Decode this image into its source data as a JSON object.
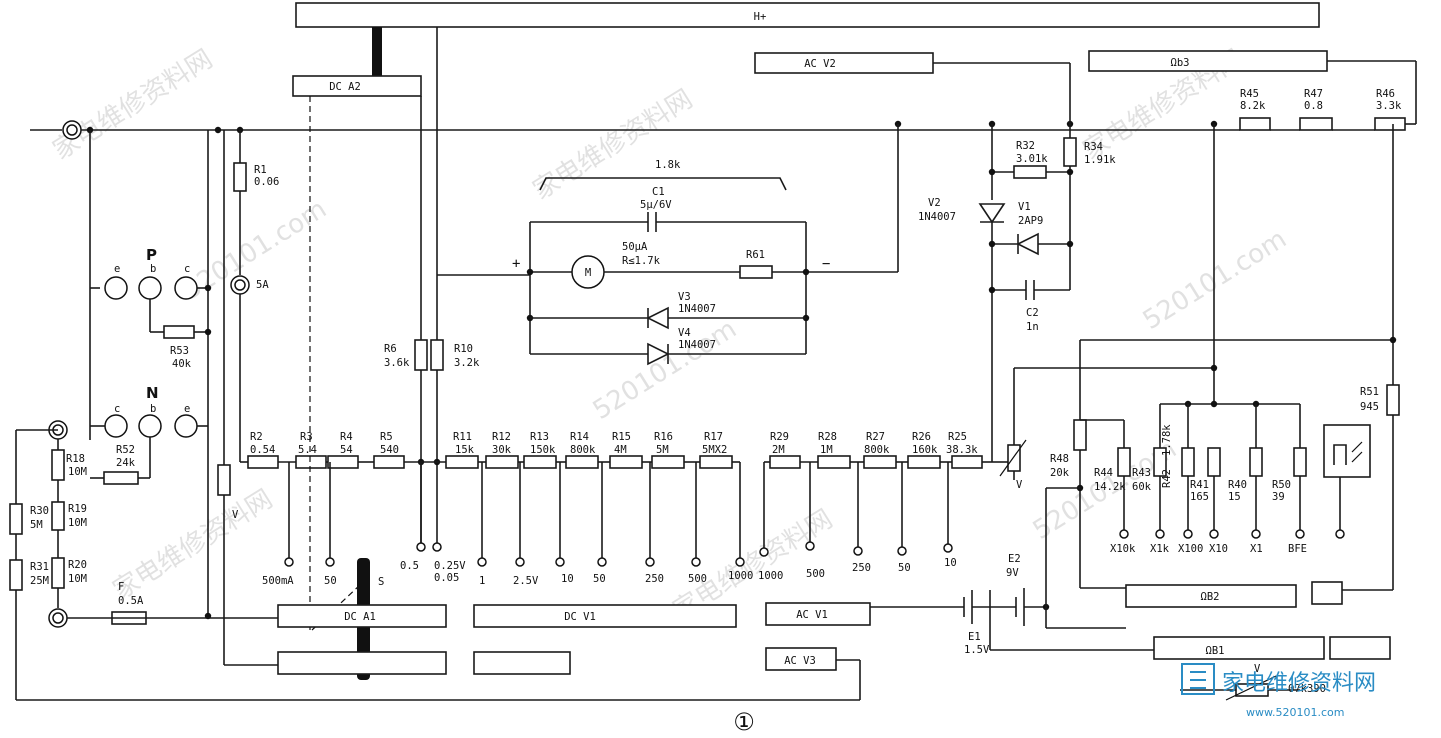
{
  "bus_labels": {
    "h_plus": "H+",
    "dc_a2": "DC A2",
    "ac_v2": "AC V2",
    "ohm_b3": "Ωb3",
    "dc_a1": "DC A1",
    "dc_v1": "DC V1",
    "ac_v1": "AC V1",
    "ohm_b2": "ΩB2",
    "ohm_b1": "ΩB1",
    "ac_v3": "AC V3"
  },
  "resistors": {
    "r1": {
      "name": "R1",
      "value": "0.06"
    },
    "r2": {
      "name": "R2",
      "value": "0.54"
    },
    "r3": {
      "name": "R3",
      "value": "5.4"
    },
    "r4": {
      "name": "R4",
      "value": "54"
    },
    "r5": {
      "name": "R5",
      "value": "540"
    },
    "r6": {
      "name": "R6",
      "value": "3.6k"
    },
    "r10": {
      "name": "R10",
      "value": "3.2k"
    },
    "r11": {
      "name": "R11",
      "value": "15k"
    },
    "r12": {
      "name": "R12",
      "value": "30k"
    },
    "r13": {
      "name": "R13",
      "value": "150k"
    },
    "r14": {
      "name": "R14",
      "value": "800k"
    },
    "r15": {
      "name": "R15",
      "value": "4M"
    },
    "r16": {
      "name": "R16",
      "value": "5M"
    },
    "r17": {
      "name": "R17",
      "value": "5MX2"
    },
    "r29": {
      "name": "R29",
      "value": "2M"
    },
    "r28": {
      "name": "R28",
      "value": "1M"
    },
    "r27": {
      "name": "R27",
      "value": "800k"
    },
    "r26": {
      "name": "R26",
      "value": "160k"
    },
    "r25": {
      "name": "R25",
      "value": "38.3k"
    },
    "r18": {
      "name": "R18",
      "value": "10M"
    },
    "r19": {
      "name": "R19",
      "value": "10M"
    },
    "r20": {
      "name": "R20",
      "value": "10M"
    },
    "r30": {
      "name": "R30",
      "value": "5M"
    },
    "r31": {
      "name": "R31",
      "value": "25M"
    },
    "r52": {
      "name": "R52",
      "value": "24k"
    },
    "r53": {
      "name": "R53",
      "value": "40k"
    },
    "r32": {
      "name": "R32",
      "value": "3.01k"
    },
    "r34": {
      "name": "R34",
      "value": "1.91k"
    },
    "r45": {
      "name": "R45",
      "value": "8.2k"
    },
    "r47": {
      "name": "R47",
      "value": "0.8"
    },
    "r46": {
      "name": "R46",
      "value": "3.3k"
    },
    "r51": {
      "name": "R51",
      "value": "945"
    },
    "r48": {
      "name": "R48",
      "value": "20k"
    },
    "r44": {
      "name": "R44",
      "value": "14.2k"
    },
    "r43": {
      "name": "R43",
      "value": "60k"
    },
    "r42": {
      "name": "R42",
      "value": "1.78k"
    },
    "r41": {
      "name": "R41",
      "value": "165"
    },
    "r40": {
      "name": "R40",
      "value": "15"
    },
    "r50": {
      "name": "R50",
      "value": "39"
    },
    "r61": {
      "name": "R61",
      "value": ""
    }
  },
  "components": {
    "c1_name": "C1",
    "c1_value": "5μ/6V",
    "c2_name": "C2",
    "c2_value": "1n",
    "meter_symbol": "M",
    "meter_spec1": "50μA",
    "meter_spec2": "R≤1.7k",
    "meter_range": "1.8k",
    "v1_name": "V1",
    "v1_value": "2AP9",
    "v2_name": "V2",
    "v2_value": "1N4007",
    "v3_name": "V3",
    "v3_value": "1N4007",
    "v4_name": "V4",
    "v4_value": "1N4007",
    "fuse_name": "F",
    "fuse_value": "0.5A",
    "e1_name": "E1",
    "e1_value": "1.5V",
    "e2_name": "E2",
    "e2_value": "9V",
    "varistor_label": "V",
    "varistor_part": "07k390",
    "plus_sign": "+",
    "minus_sign": "−",
    "jack_5a": "5A",
    "pnp_label": "P",
    "npn_label": "N",
    "pins_p": [
      "e",
      "b",
      "c"
    ],
    "pins_n": [
      "c",
      "b",
      "e"
    ],
    "pot_label": "V",
    "switch_label": "S",
    "figure_number": "①"
  },
  "dca_taps": [
    "500mA",
    "50",
    "0.5"
  ],
  "dcv_taps": [
    "0.25V",
    "0.05",
    "1",
    "2.5V",
    "10",
    "50",
    "250",
    "500",
    "1000"
  ],
  "acv_taps": [
    "1000",
    "500",
    "250",
    "50",
    "10"
  ],
  "ohm_taps": [
    "X10k",
    "X1k",
    "X100",
    "X10",
    "X1",
    "BFE"
  ],
  "watermark": {
    "text": "家电维修资料网",
    "domain": "520101.com",
    "logo_text": "家电维修资料网",
    "logo_url": "www.520101.com"
  }
}
